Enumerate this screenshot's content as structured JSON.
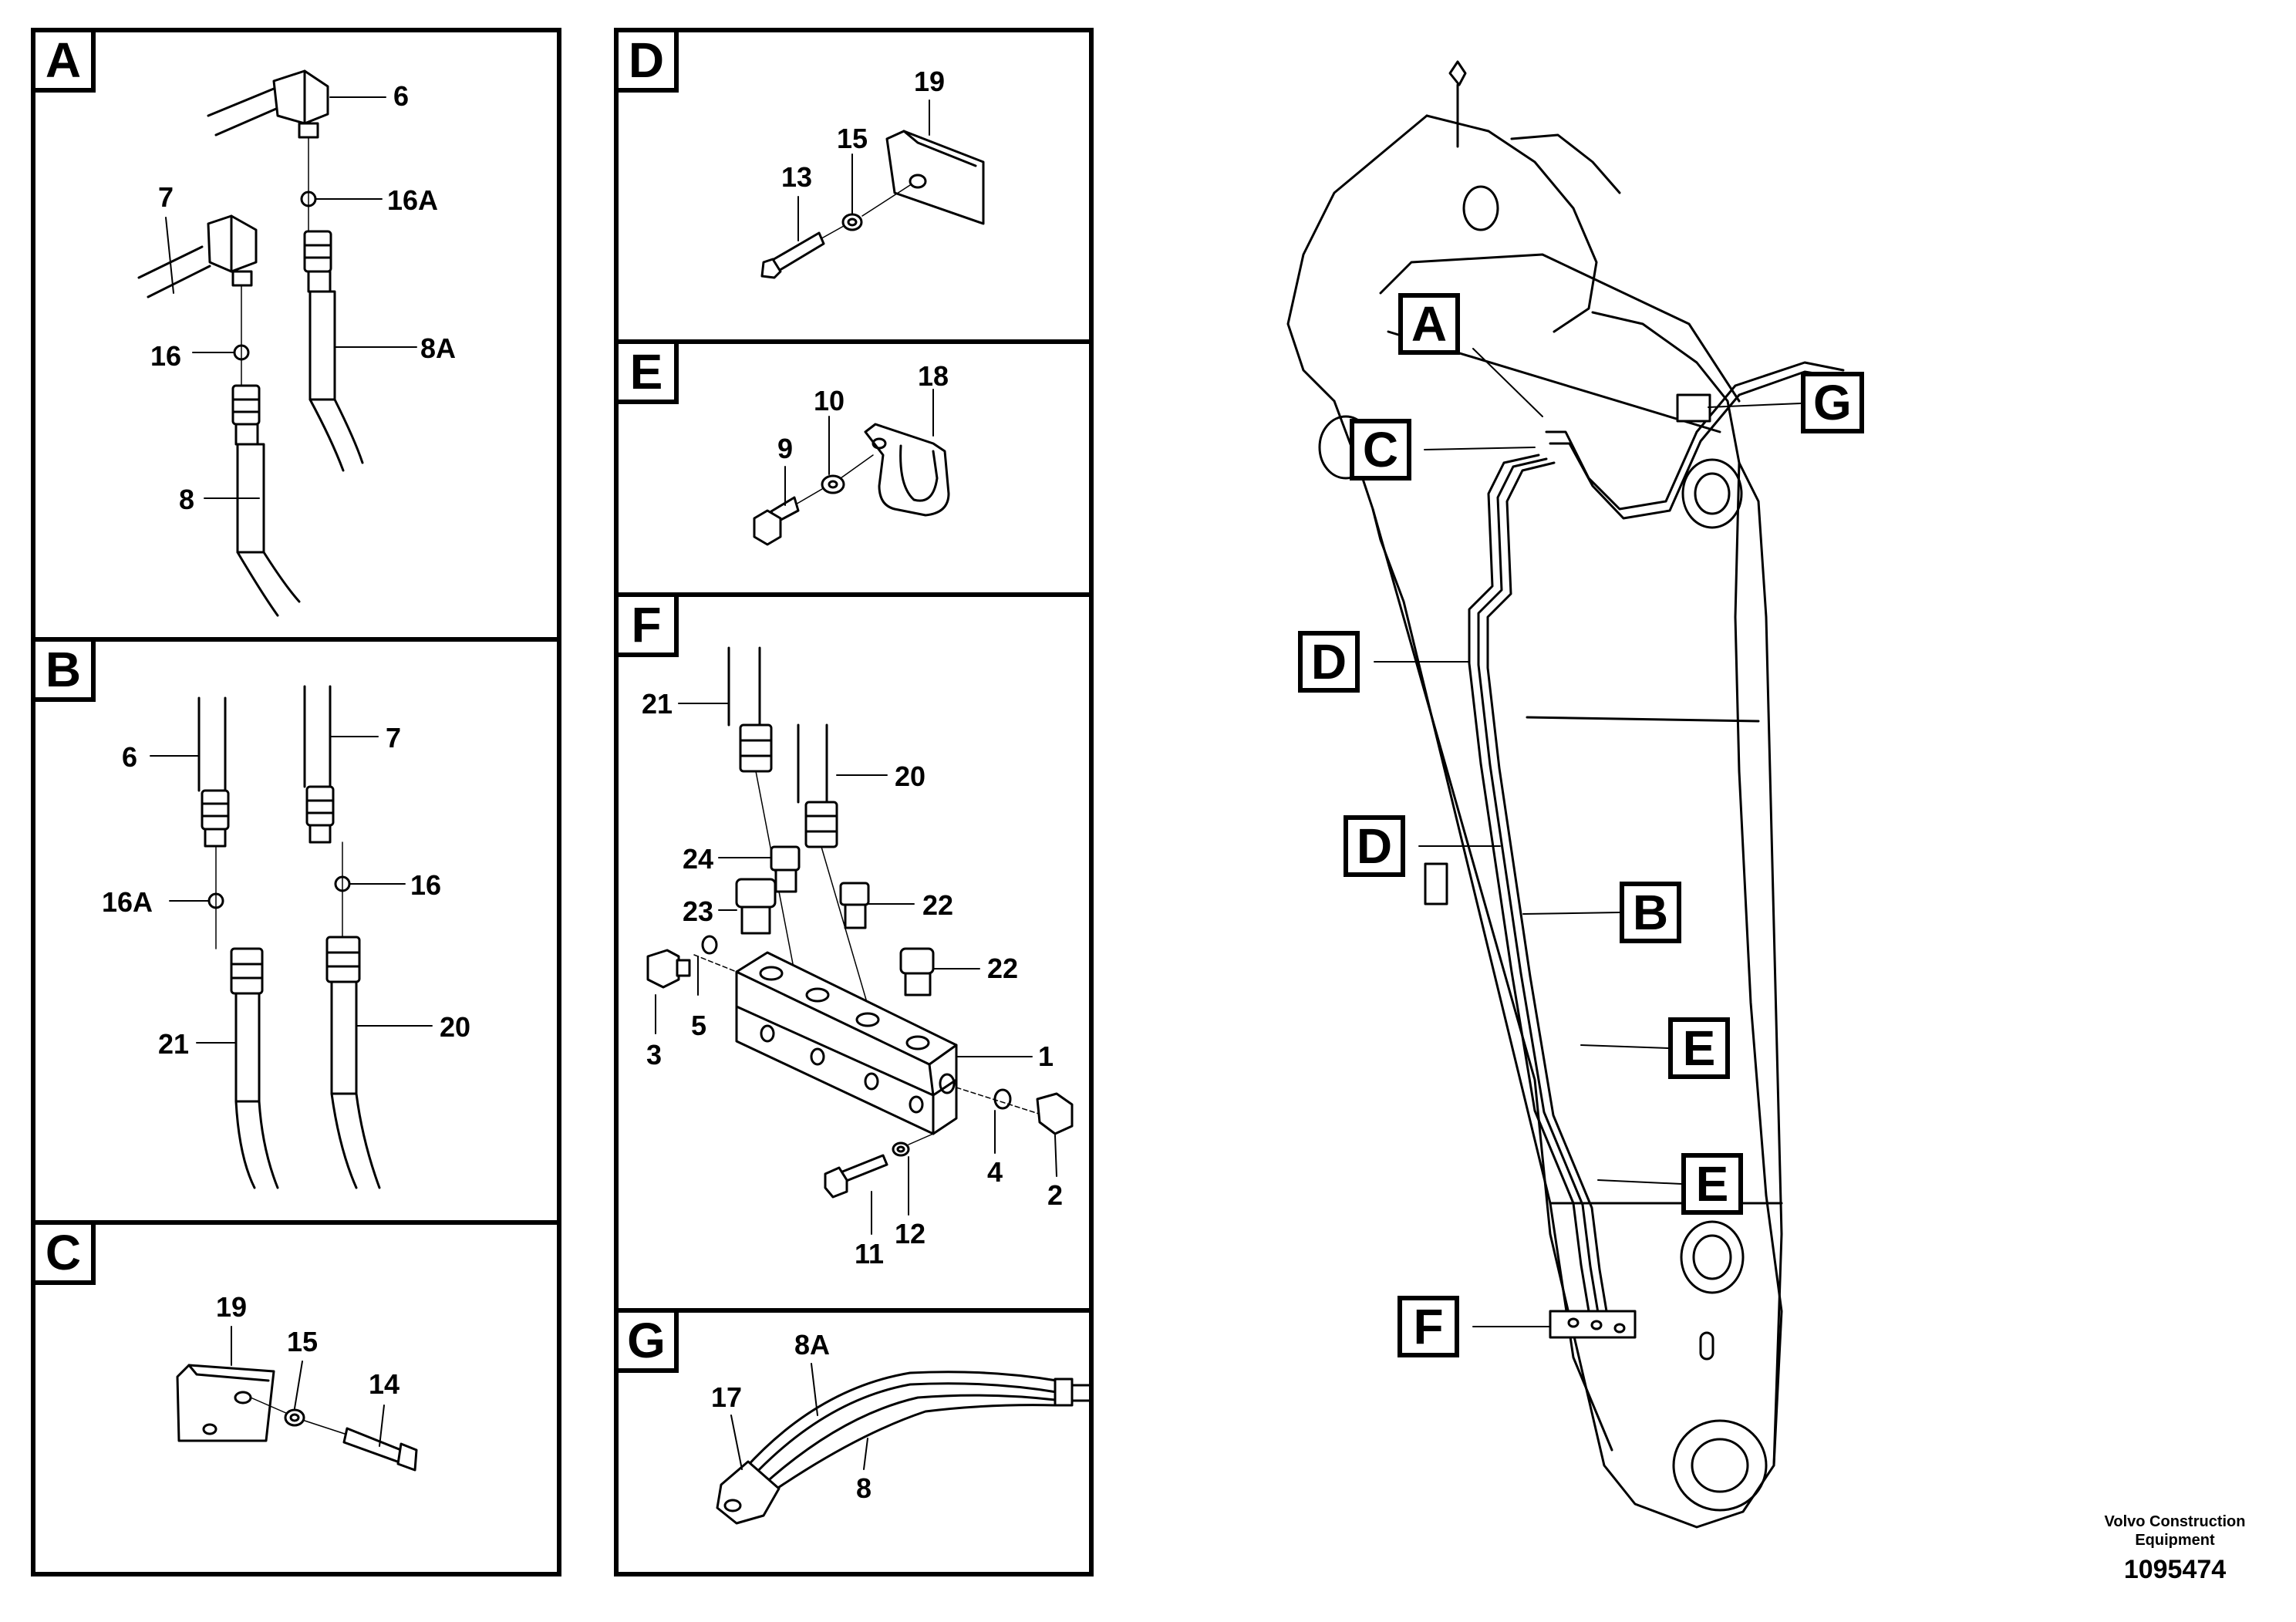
{
  "panels": {
    "A": {
      "letter": "A",
      "labels": {
        "p6": "6",
        "p16A": "16A",
        "p7": "7",
        "p16": "16",
        "p8A": "8A",
        "p8": "8"
      }
    },
    "B": {
      "letter": "B",
      "labels": {
        "p6": "6",
        "p7": "7",
        "p16A": "16A",
        "p16": "16",
        "p21": "21",
        "p20": "20"
      }
    },
    "C": {
      "letter": "C",
      "labels": {
        "p19": "19",
        "p15": "15",
        "p14": "14"
      }
    },
    "D": {
      "letter": "D",
      "labels": {
        "p19": "19",
        "p15": "15",
        "p13": "13"
      }
    },
    "E": {
      "letter": "E",
      "labels": {
        "p10": "10",
        "p18": "18",
        "p9": "9"
      }
    },
    "F": {
      "letter": "F",
      "labels": {
        "p21": "21",
        "p20": "20",
        "p24": "24",
        "p23": "23",
        "p22a": "22",
        "p22b": "22",
        "p3": "3",
        "p5": "5",
        "p1": "1",
        "p4": "4",
        "p2": "2",
        "p11": "11",
        "p12": "12"
      }
    },
    "G": {
      "letter": "G",
      "labels": {
        "p8A": "8A",
        "p17": "17",
        "p8": "8"
      }
    }
  },
  "callouts": {
    "A": "A",
    "C": "C",
    "G": "G",
    "D1": "D",
    "D2": "D",
    "B": "B",
    "E1": "E",
    "E2": "E",
    "F": "F"
  },
  "footer": {
    "company_line1": "Volvo Construction",
    "company_line2": "Equipment",
    "drawing_number": "1095474"
  }
}
